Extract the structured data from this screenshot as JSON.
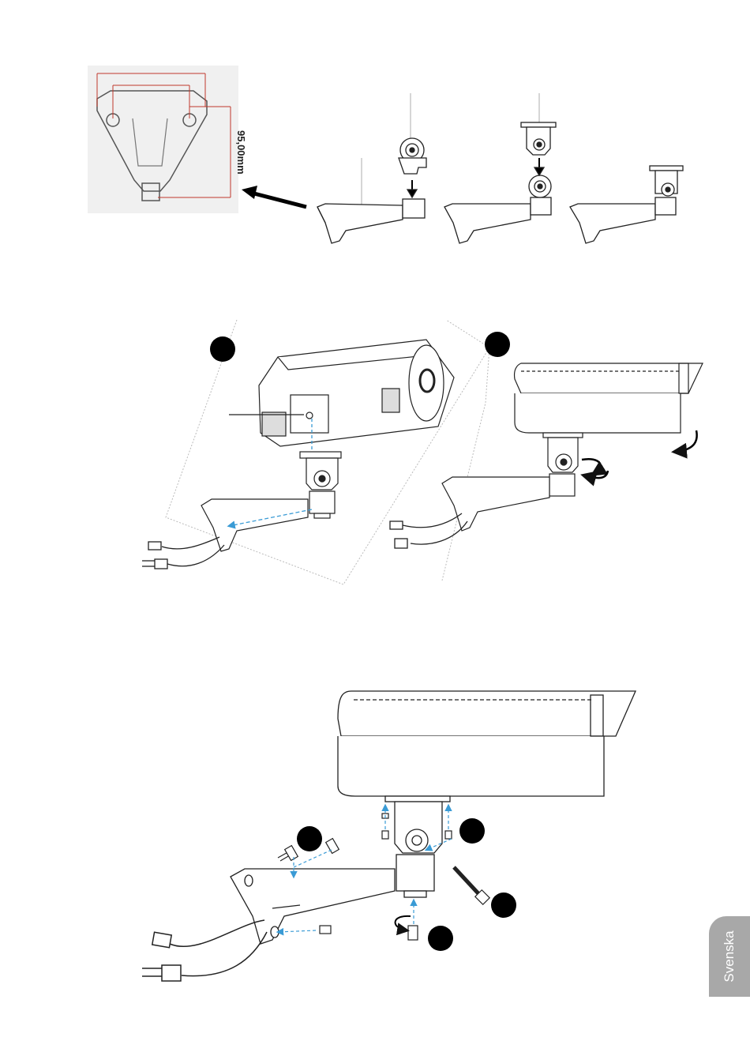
{
  "dimension_label": "95,00mm",
  "side_tab_label": "Svenska",
  "colors": {
    "line": "#222222",
    "dimension_red": "#c0392b",
    "guide_blue": "#3a9bd5",
    "template_bg": "#f0f0f0",
    "step_badge": "#000000",
    "tab_bg": "#a8a8a8"
  },
  "icons": [
    "bracket-template",
    "wall-bracket",
    "pan-tilt-joint",
    "camera-housing",
    "screw",
    "power-plug",
    "network-plug",
    "rotate-arrow"
  ]
}
